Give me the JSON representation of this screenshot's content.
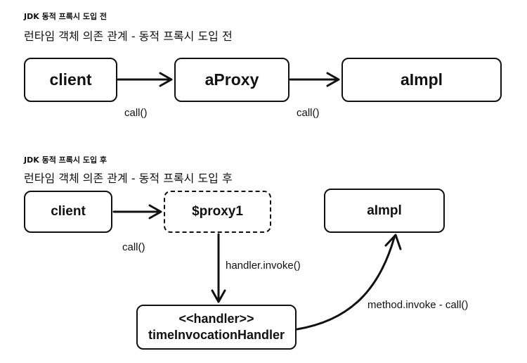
{
  "section_before": {
    "title": "JDK 동적 프록시 도입 전",
    "subtitle": "런타임 객체 의존 관계 - 동적 프록시 도입 전",
    "nodes": {
      "client": "client",
      "proxy": "aProxy",
      "impl": "aImpl"
    },
    "edges": {
      "client_to_proxy": "call()",
      "proxy_to_impl": "call()"
    }
  },
  "section_after": {
    "title": "JDK 동적 프록시 도입 후",
    "subtitle": "런타임 객체 의존 관계 - 동적 프록시 도입 후",
    "nodes": {
      "client": "client",
      "proxy": "$proxy1",
      "impl": "aImpl",
      "handler_stereotype": "<<handler>>",
      "handler_name": "timeInvocationHandler"
    },
    "edges": {
      "client_to_proxy": "call()",
      "proxy_to_handler": "handler.invoke()",
      "handler_to_impl": "method.invoke - call()"
    }
  },
  "colors": {
    "stroke": "#111111",
    "background": "#ffffff"
  }
}
